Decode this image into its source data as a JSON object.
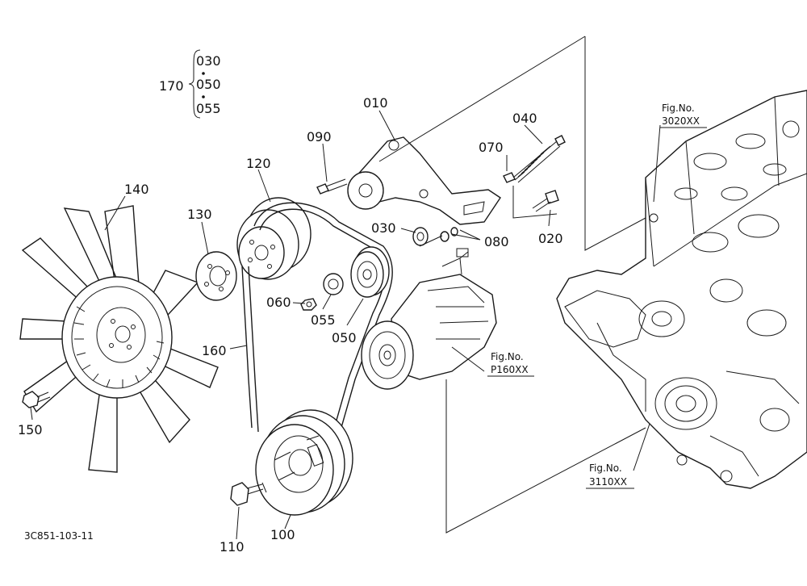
{
  "callouts": {
    "p010": "010",
    "p020": "020",
    "p030_top": "030",
    "p030": "030",
    "p040": "040",
    "p050_top": "050",
    "p050": "050",
    "p055_top": "055",
    "p055": "055",
    "p060": "060",
    "p070": "070",
    "p080": "080",
    "p090": "090",
    "p100": "100",
    "p110": "110",
    "p120": "120",
    "p130": "130",
    "p140": "140",
    "p150": "150",
    "p160": "160",
    "p170": "170"
  },
  "figrefs": {
    "cyl_head": {
      "title": "Fig.No.",
      "code": "3020XX"
    },
    "compressor": {
      "title": "Fig.No.",
      "code": "P160XX"
    },
    "gear_case": {
      "title": "Fig.No.",
      "code": "3110XX"
    }
  },
  "drawing_number": "3C851-103-11"
}
